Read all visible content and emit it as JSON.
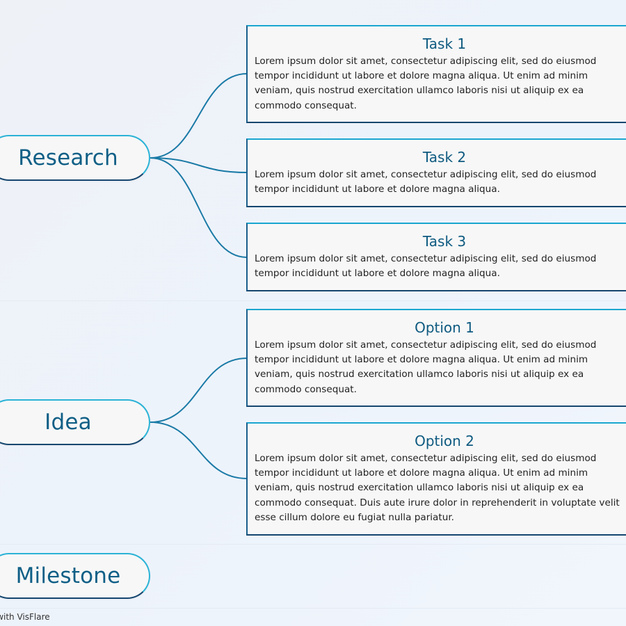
{
  "groups": [
    {
      "label": "Research",
      "cards": [
        {
          "title": "Task 1",
          "body": [
            "Lorem ipsum dolor sit amet, consectetur adipiscing elit, sed do eiusmod",
            "tempor incididunt ut labore et dolore magna aliqua. Ut enim ad minim",
            "veniam, quis nostrud exercitation ullamco laboris nisi ut aliquip ex ea",
            "commodo consequat."
          ]
        },
        {
          "title": "Task 2",
          "body": [
            "Lorem ipsum dolor sit amet, consectetur adipiscing elit, sed do eiusmod",
            "tempor incididunt ut labore et dolore magna aliqua."
          ]
        },
        {
          "title": "Task 3",
          "body": [
            "Lorem ipsum dolor sit amet, consectetur adipiscing elit, sed do eiusmod",
            "tempor incididunt ut labore et dolore magna aliqua."
          ]
        }
      ]
    },
    {
      "label": "Idea",
      "cards": [
        {
          "title": "Option 1",
          "body": [
            "Lorem ipsum dolor sit amet, consectetur adipiscing elit, sed do eiusmod",
            "tempor incididunt ut labore et dolore magna aliqua. Ut enim ad minim",
            "veniam, quis nostrud exercitation ullamco laboris nisi ut aliquip ex ea",
            "commodo consequat."
          ]
        },
        {
          "title": "Option 2",
          "body": [
            "Lorem ipsum dolor sit amet, consectetur adipiscing elit, sed do eiusmod",
            "tempor incididunt ut labore et dolore magna aliqua. Ut enim ad minim",
            "veniam, quis nostrud exercitation ullamco laboris nisi ut aliquip ex ea",
            "commodo consequat. Duis aute irure dolor in reprehenderit in voluptate velit",
            "esse cillum dolore eu fugiat nulla pariatur."
          ]
        }
      ]
    },
    {
      "label": "Milestone",
      "cards": []
    }
  ],
  "footer": "e with VisFlare",
  "colors": {
    "accent": "#2bb3d6",
    "dark": "#15466f",
    "connector": "#1a7aa6",
    "text": "#0f5f86"
  }
}
